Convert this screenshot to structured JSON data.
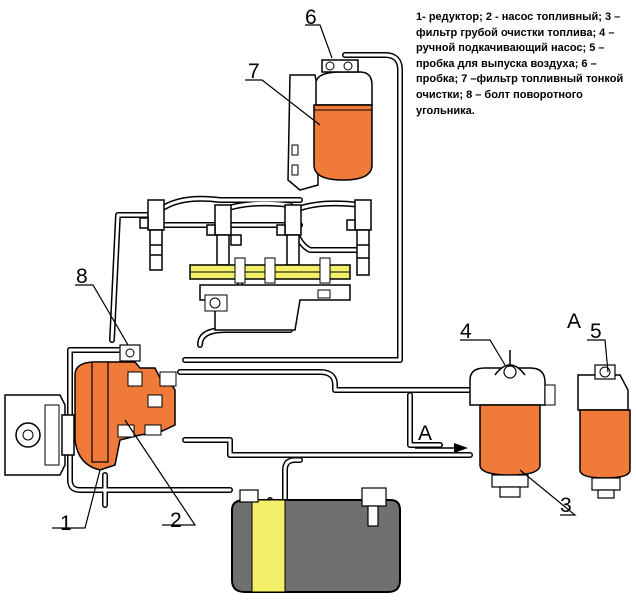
{
  "legend": {
    "text": "1- редуктор; 2 - насос топливный; 3 – фильтр грубой очистки топлива; 4 – ручной подкачивающий насос; 5 – пробка для выпуска воздуха; 6 – пробка; 7 –фильтр топливный тонкой очистки; 8 – болт поворотного угольника."
  },
  "labels": {
    "n1": "1",
    "n2": "2",
    "n3": "3",
    "n4": "4",
    "n5": "5",
    "n6": "6",
    "n7": "7",
    "n8": "8",
    "view_a": "A",
    "arrow_a": "A"
  },
  "colors": {
    "orange": "#f07a3a",
    "yellow": "#f5f06a",
    "tank": "#707070",
    "line": "#000000"
  }
}
